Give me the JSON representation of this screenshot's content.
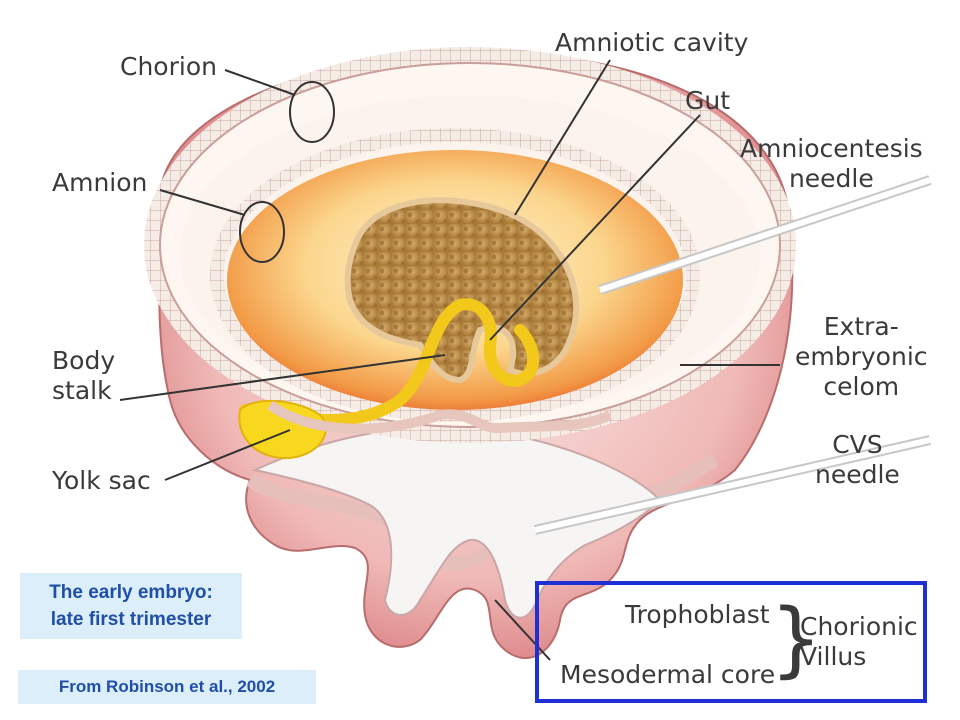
{
  "labels": {
    "chorion": "Chorion",
    "amnion": "Amnion",
    "amniotic_cavity": "Amniotic cavity",
    "gut": "Gut",
    "amniocentesis_needle": [
      "Amniocentesis",
      "needle"
    ],
    "extra_embryonic_celom": [
      "Extra-",
      "embryonic",
      "celom"
    ],
    "body_stalk": [
      "Body",
      "stalk"
    ],
    "yolk_sac": "Yolk sac",
    "cvs_needle": [
      "CVS",
      "needle"
    ],
    "trophoblast": "Trophoblast",
    "mesodermal_core": "Mesodermal core",
    "chorionic_villus": [
      "Chorionic",
      "Villus"
    ]
  },
  "caption": {
    "title_line1": "The early embryo:",
    "title_line2": "late first trimester",
    "source": "From Robinson et al., 2002"
  },
  "colors": {
    "outer_tissue": "#e9a8a8",
    "membrane": "#f3e4dc",
    "amniotic_fill": "#f6b060",
    "embryo": "#b98a4a",
    "yolk": "#f5d21a",
    "celom": "#fbf3ec",
    "highlight": "#1f2fd6",
    "caption_bg": "#dbeefa",
    "caption_text": "#1f4fa8"
  }
}
